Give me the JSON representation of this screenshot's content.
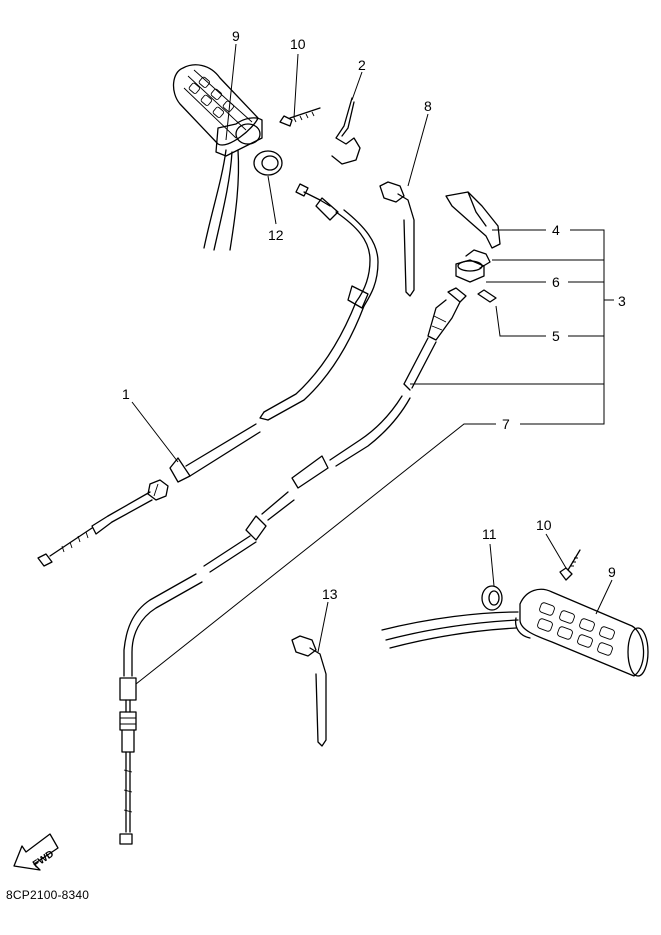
{
  "diagram": {
    "callouts": {
      "c1": "1",
      "c2": "2",
      "c3": "3",
      "c4": "4",
      "c5": "5",
      "c6": "6",
      "c7": "7",
      "c8": "8",
      "c9_left": "9",
      "c9_right": "9",
      "c10_left": "10",
      "c10_right": "10",
      "c11": "11",
      "c12": "12",
      "c13": "13"
    },
    "fwd_label": "FWD",
    "catalog_code": "8CP2100-8340"
  }
}
